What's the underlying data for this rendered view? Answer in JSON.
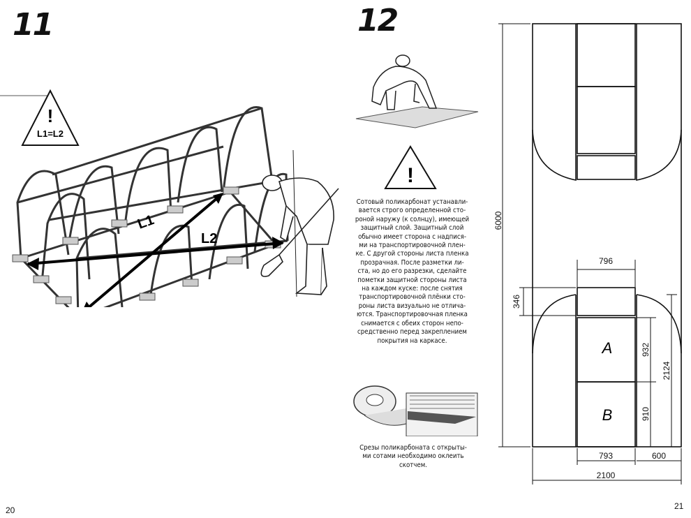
{
  "left_page": {
    "step_number": "11",
    "warning_symbol": "!",
    "warning_label": "L1=L2",
    "diagonal_1": "L1",
    "diagonal_2": "L2",
    "page_number": "20"
  },
  "right_page": {
    "step_number": "12",
    "warning_symbol": "!",
    "paragraph_1": "Сотовый поликарбонат устанавли-\nвается строго определенной сто-\nроной наружу (к солнцу), имеющей\nзащитный слой. Защитный слой\nобычно имеет сторона с надпися-\nми на транспортировочной плен-\nке. С другой стороны листа пленка\nпрозрачная. После разметки ли-\nста, но до его разрезки, сделайте\nпометки защитной стороны листа\nна каждом куске: после снятия\nтранспортировочной плёнки сто-\nроны листа визуально не отлича-\nются. Транспортировочная пленка\nснимается с обеих сторон непо-\nсредственно перед закреплением\nпокрытия на каркасе.",
    "paragraph_2": "Срезы поликарбоната с открыты-\nми сотами необходимо оклеить\nскотчем.",
    "page_number": "21"
  },
  "cutting_plan": {
    "dim_total_length": "6000",
    "dim_top_width": "796",
    "dim_strip": "346",
    "dim_panel_a": "932",
    "dim_total_height": "2124",
    "dim_panel_b": "910",
    "dim_bottom_center": "793",
    "dim_side": "600",
    "dim_total_width": "2100",
    "label_a": "A",
    "label_b": "B"
  },
  "icons": [
    "warning-triangle-icon",
    "greenhouse-frame-illustration",
    "worker-with-shovel-illustration",
    "kneeling-worker-illustration",
    "tape-roll-illustration",
    "polycarbonate-edge-illustration"
  ]
}
